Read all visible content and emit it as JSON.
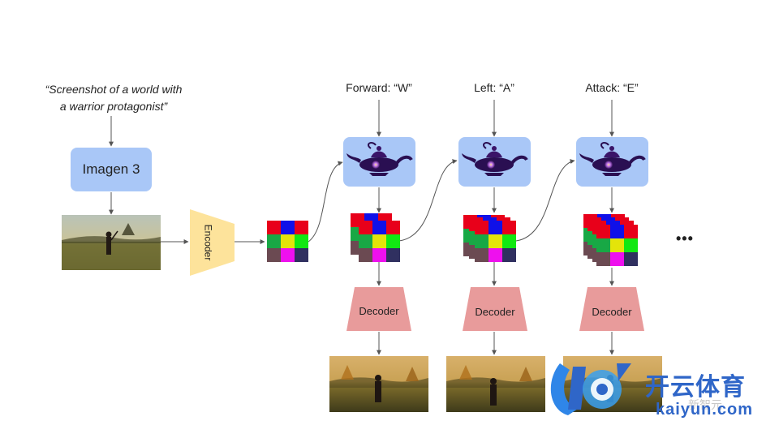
{
  "prompt": {
    "line1": "“Screenshot of a world with",
    "line2": "a warrior protagonist”"
  },
  "imagen_label": "Imagen 3",
  "encoder_label": "Encoder",
  "actions": [
    {
      "label": "Forward: “W”"
    },
    {
      "label": "Left: “A”"
    },
    {
      "label": "Attack: “E”"
    }
  ],
  "decoder_label": "Decoder",
  "ellipsis": "•••",
  "watermark": {
    "chinese": "开云体育",
    "latin": "kaiyun.com",
    "faint": "新智元"
  },
  "colors": {
    "model_box": "#a9c7f7",
    "encoder_fill": "#fde39b",
    "decoder_fill": "#e89b9b",
    "arrow": "#555555",
    "latent_grid": [
      "#e8001a",
      "#1010e8",
      "#e8001a",
      "#18a845",
      "#e4e40a",
      "#12e812",
      "#6b4a52",
      "#ee10ee",
      "#303060"
    ]
  }
}
